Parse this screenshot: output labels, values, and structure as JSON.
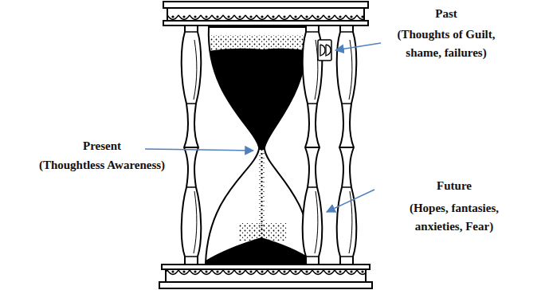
{
  "diagram": {
    "labels": [
      "Past",
      "(Thoughts of Guilt, shame, failures)",
      "Present",
      "(Thoughtless Awareness)",
      "Future",
      "(Hopes, fantasies, anxieties, Fear)"
    ]
  }
}
